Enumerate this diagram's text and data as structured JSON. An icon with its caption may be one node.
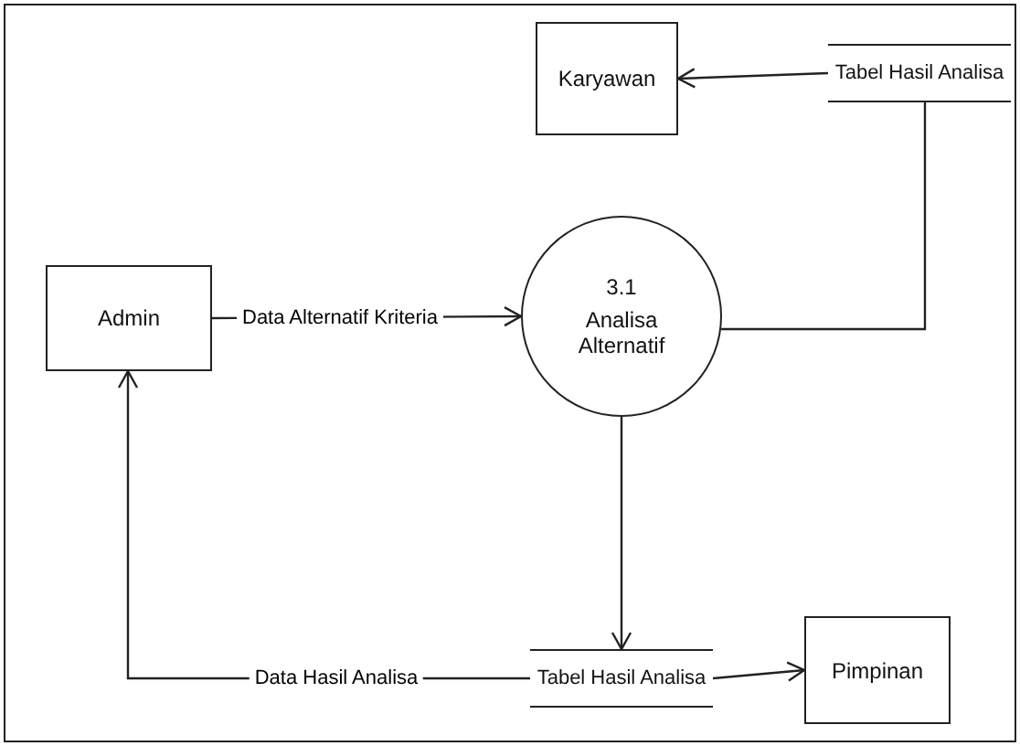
{
  "diagram": {
    "nodes": [
      {
        "text": [
          "Karyawan"
        ]
      },
      {
        "text": [
          "Tabel Hasil Analisa"
        ]
      },
      {
        "text": [
          "Admin"
        ]
      },
      {
        "text": [
          "3.1",
          "Analisa Alternatif"
        ]
      },
      {
        "text": [
          "Tabel Hasil Analisa"
        ]
      },
      {
        "text": [
          "Pimpinan"
        ]
      }
    ],
    "edges": [
      {
        "from": 2,
        "to": 3,
        "arrow": "to",
        "label": "Data Alternatif Kriteria"
      },
      {
        "from": 1,
        "to": 0,
        "arrow": "to"
      },
      {
        "from": 3,
        "to": 1,
        "arrow": "none"
      },
      {
        "from": 3,
        "to": 4,
        "arrow": "to"
      },
      {
        "from": 4,
        "to": 5,
        "arrow": "to"
      },
      {
        "from": 4,
        "to": 2,
        "arrow": "to",
        "label": "Data Hasil Analisa"
      }
    ]
  }
}
